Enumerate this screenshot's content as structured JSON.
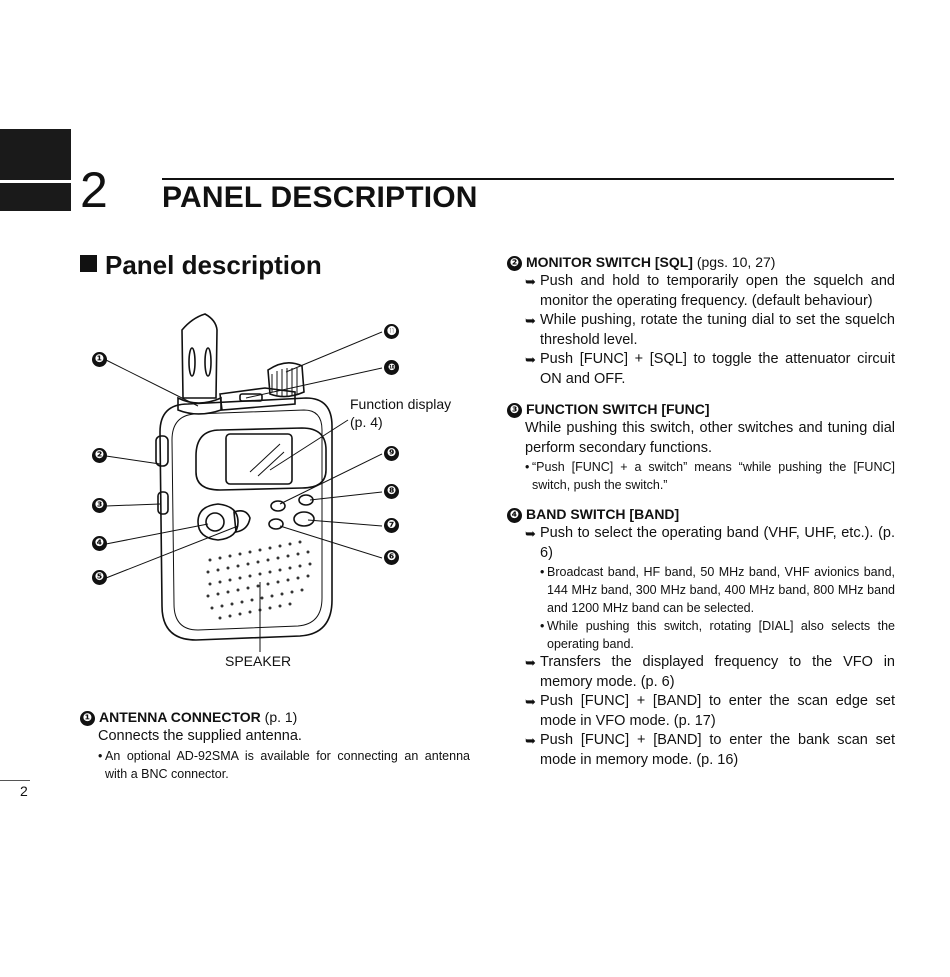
{
  "chapter": {
    "number": "2",
    "title": "PANEL DESCRIPTION"
  },
  "section_title": "Panel description",
  "diagram": {
    "callout_numbers": [
      "❶",
      "❷",
      "❸",
      "❹",
      "❺",
      "❻",
      "❼",
      "❽",
      "❾",
      "❿",
      "⓫"
    ],
    "function_display_label": "Function display",
    "function_display_page": "(p. 4)",
    "speaker_label": "SPEAKER"
  },
  "items": {
    "antenna": {
      "badge": "❶",
      "title": "ANTENNA CONNECTOR",
      "pages": "(p. 1)",
      "text": "Connects the supplied antenna.",
      "note": "An optional AD-92SMA is available for connecting an antenna with a BNC connector."
    },
    "monitor": {
      "badge": "❷",
      "title": "MONITOR SWITCH [SQL]",
      "pages": "(pgs. 10, 27)",
      "bullets": [
        "Push and hold to temporarily open the squelch and monitor the operating frequency. (default behaviour)",
        "While pushing, rotate the tuning dial to set the squelch threshold level.",
        "Push [FUNC] + [SQL] to toggle the attenuator circuit ON and OFF."
      ]
    },
    "function": {
      "badge": "❸",
      "title": "FUNCTION SWITCH [FUNC]",
      "text": "While pushing this switch, other switches and tuning dial perform secondary functions.",
      "note": "“Push [FUNC] + a switch” means “while pushing the [FUNC] switch, push the switch.”"
    },
    "band": {
      "badge": "❹",
      "title": "BAND SWITCH [BAND]",
      "bullet1": "Push to select the operating band (VHF, UHF, etc.). (p. 6)",
      "subnotes": [
        "Broadcast band, HF band, 50 MHz band, VHF avionics band, 144 MHz band, 300 MHz band, 400 MHz band, 800 MHz band and 1200 MHz band can be selected.",
        "While pushing this switch, rotating [DIAL] also selects the operating band."
      ],
      "bullets": [
        "Transfers the displayed frequency to the VFO in memory mode. (p. 6)",
        "Push [FUNC] + [BAND] to enter the scan edge set mode in VFO mode. (p. 17)",
        "Push [FUNC] + [BAND] to enter the bank scan set mode in memory mode. (p. 16)"
      ]
    }
  },
  "arrow_glyph": "➥",
  "bullet_glyph": "•",
  "page_number": "2"
}
